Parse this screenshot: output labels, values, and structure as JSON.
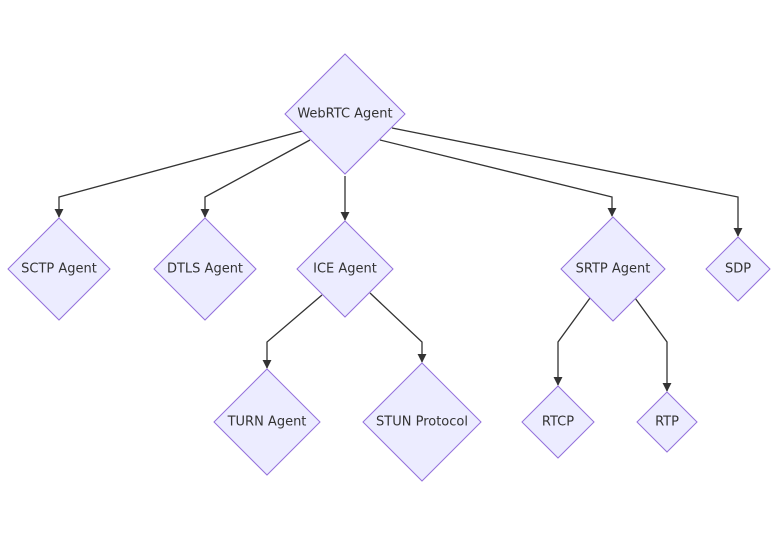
{
  "nodes": {
    "webrtc": "WebRTC Agent",
    "sctp": "SCTP Agent",
    "dtls": "DTLS Agent",
    "ice": "ICE Agent",
    "srtp": "SRTP Agent",
    "sdp": "SDP",
    "turn": "TURN Agent",
    "stun": "STUN Protocol",
    "rtcp": "RTCP",
    "rtp": "RTP"
  },
  "edges": [
    {
      "from": "webrtc",
      "to": "sctp"
    },
    {
      "from": "webrtc",
      "to": "dtls"
    },
    {
      "from": "webrtc",
      "to": "ice"
    },
    {
      "from": "webrtc",
      "to": "srtp"
    },
    {
      "from": "webrtc",
      "to": "sdp"
    },
    {
      "from": "ice",
      "to": "turn"
    },
    {
      "from": "ice",
      "to": "stun"
    },
    {
      "from": "srtp",
      "to": "rtcp"
    },
    {
      "from": "srtp",
      "to": "rtp"
    }
  ]
}
